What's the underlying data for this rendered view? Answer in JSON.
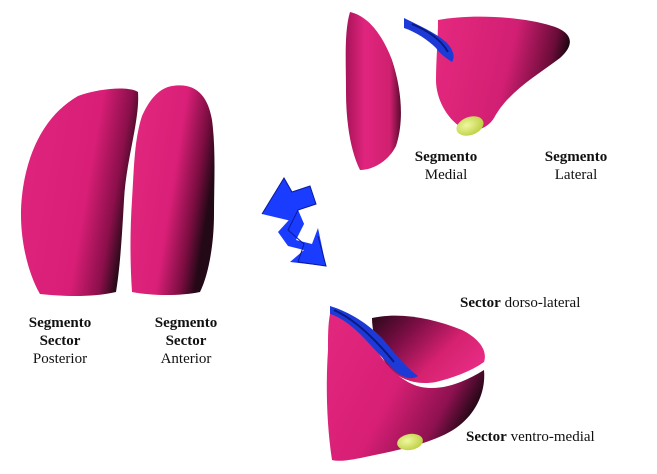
{
  "labels": {
    "posterior": {
      "line1": "Segmento",
      "line2": "Sector",
      "line3": "Posterior"
    },
    "anterior": {
      "line1": "Segmento",
      "line2": "Sector",
      "line3": "Anterior"
    },
    "medial": {
      "line1": "Segmento",
      "line2": "Medial"
    },
    "lateral": {
      "line1": "Segmento",
      "line2": "Lateral"
    },
    "dorso_lateral": {
      "bold": "Sector",
      "rest": "dorso-lateral"
    },
    "ventro_medial": {
      "bold": "Sector",
      "rest": "ventro-medial"
    }
  },
  "colors": {
    "organ_main": "#e0257e",
    "organ_dark": "#2b0a1a",
    "organ_mid": "#a8135a",
    "arrow_blue": "#1a3cff",
    "vessel_blue": "#1d3ad6",
    "stub_green": "#d7ea5c"
  },
  "icons": {
    "arrow": "double-bent-arrow-icon"
  }
}
